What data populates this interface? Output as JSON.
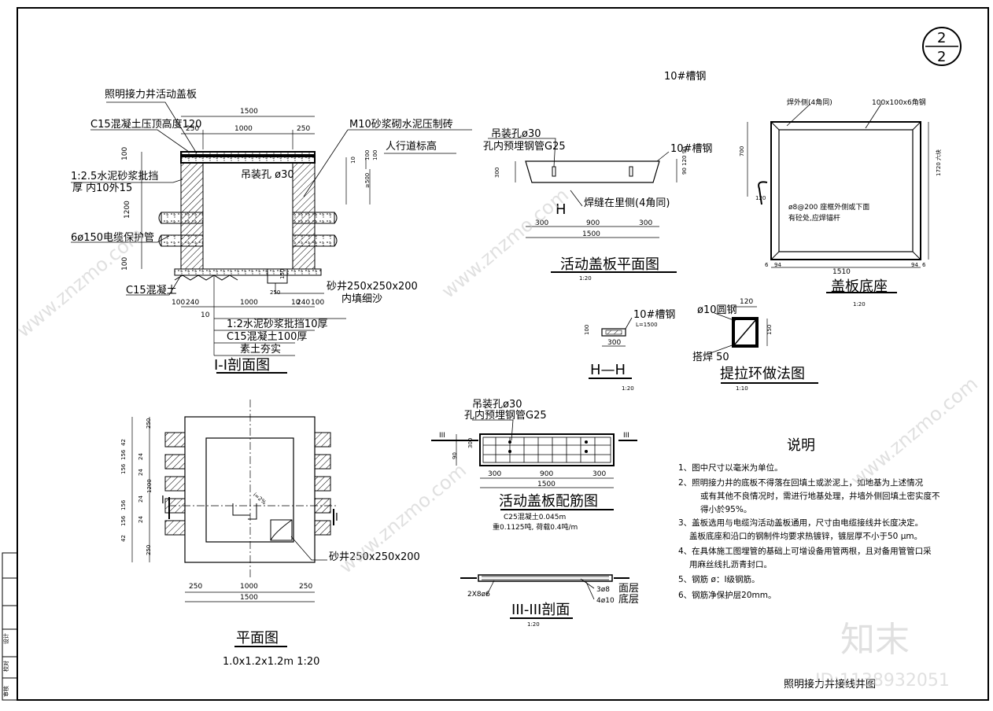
{
  "sheet": {
    "number_top": "2",
    "number_bottom": "2",
    "title_block_text": "照明接力井接线井图",
    "watermark_logo": "知末",
    "watermark_id": "ID:1138932051",
    "watermark_site": "www.znzmo.com"
  },
  "title_block": {
    "cells": [
      "设计",
      "校对",
      "审核"
    ]
  },
  "section1": {
    "title": "I-I剖面图",
    "label_cover": "照明接力井活动盖板",
    "label_c15_top": "C15混凝土压顶高度120",
    "label_m10": "M10砂浆砌水泥压制砖",
    "label_sidewalk": "人行道标高",
    "label_plaster": "1:2.5水泥砂浆批挡",
    "label_plaster2": "厚 内10外15",
    "label_hole": "吊装孔 ø30",
    "label_conduit": "6ø150电缆保护管",
    "label_c15_bottom": "C15混凝土",
    "label_sump": "砂井250x250x200",
    "label_sump2": "内填细沙",
    "label_layer1": "1:2水泥砂浆批挡10厚",
    "label_layer2": "C15混凝土100厚",
    "label_layer3": "素土夯实",
    "dim_1500": "1500",
    "dim_250a": "250",
    "dim_1000": "1000",
    "dim_250b": "250",
    "dim_100a": "100",
    "dim_1200": "1200",
    "dim_100b": "100",
    "dim_10a": "10",
    "dim_100c": "100",
    "dim_100d": "100",
    "dim_500": "≥500",
    "dim_b100": "100",
    "dim_b240a": "240",
    "dim_b1000": "1000",
    "dim_b10": "10",
    "dim_b240b": "240",
    "dim_b100b": "100",
    "dim_b10b": "10",
    "dim_250s": "250",
    "dim_150": "150"
  },
  "plan": {
    "title": "平面图",
    "subtitle": "1.0x1.2x1.2m 1:20",
    "label_sump": "砂井250x250x200",
    "section_mark_left": "I",
    "section_mark_right": "I",
    "slope": "i=2%",
    "dim_250a": "250",
    "dim_1000": "1000",
    "dim_250b": "250",
    "dim_1500": "1500",
    "dim_v": [
      "250",
      "42",
      "156",
      "156",
      "24",
      "24",
      "1200",
      "24",
      "24",
      "156",
      "156",
      "42",
      "250"
    ]
  },
  "cover_plan": {
    "title": "活动盖板平面图",
    "scale": "1:20",
    "label_hole": "吊装孔ø30",
    "label_pipe": "孔内预埋钢管G25",
    "label_channel": "10#槽钢",
    "label_channel_top": "10#槽钢",
    "label_weld": "焊缝在里侧(4角同)",
    "mark": "H",
    "dim_300a": "300",
    "dim_900": "900",
    "dim_300b": "300",
    "dim_1500": "1500",
    "dim_h": "300",
    "dim_r": "90 120 90"
  },
  "base": {
    "title": "盖板底座",
    "scale": "1:20",
    "label_weld": "焊外侧(4角同)",
    "label_angle": "100x100x6角钢",
    "label_bar": "ø8@200 座框外侧或下面",
    "label_bar2": "有砼处,应焊锚杆",
    "dim_700": "700",
    "dim_120": "120",
    "dim_1510": "1510",
    "dim_6a": "6",
    "dim_6b": "6",
    "dim_94a": "94",
    "dim_94b": "94",
    "dim_r": "1720 六块"
  },
  "hh": {
    "title": "H—H",
    "scale": "1:20",
    "label": "10#槽钢",
    "sub": "L=1500",
    "dim": "300",
    "dim_h": "100"
  },
  "ring": {
    "title": "提拉环做法图",
    "scale": "1:10",
    "label_bar": "ø10圆钢",
    "label_weld": "搭焊 50",
    "dim_w": "120",
    "dim_h": "150"
  },
  "rebar": {
    "title": "活动盖板配筋图",
    "label_hole": "吊装孔ø30",
    "label_pipe": "孔内预埋钢管G25",
    "mark_left": "III",
    "mark_right": "III",
    "concrete": "C25混凝土0.045m",
    "weight": "重0.1125吨, 荷载0.4吨/m",
    "dim_300a": "300",
    "dim_900": "900",
    "dim_300b": "300",
    "dim_1500": "1500",
    "dim_v1": "90",
    "dim_v2": "300"
  },
  "section3": {
    "title": "III-III剖面",
    "scale": "1:20",
    "label_left": "2X8ø6",
    "label_r1": "3ø8",
    "label_r2": "4ø10",
    "label_top": "面层",
    "label_bottom": "底层"
  },
  "notes": {
    "title": "说明",
    "lines": [
      "1、图中尺寸以毫米为单位。",
      "2、照明接力井的底板不得落在回填土或淤泥上，如地基为上述情况",
      "或有其他不良情况时，需进行地基处理，井墙外侧回填土密实度不",
      "得小於95%。",
      "3、盖板选用与电缆沟活动盖板通用，尺寸由电缆接线井长度决定。",
      "盖板底座和沿口的钢制件均要求热镀锌，镀层厚不小于50 μm。",
      "4、在具体施工图埋管的基础上可增设备用管两根，且对备用管管口采",
      "用麻丝线扎沥青封口。",
      "5、钢筋 ø：I级钢筋。",
      "6、钢筋净保护层20mm。"
    ]
  }
}
